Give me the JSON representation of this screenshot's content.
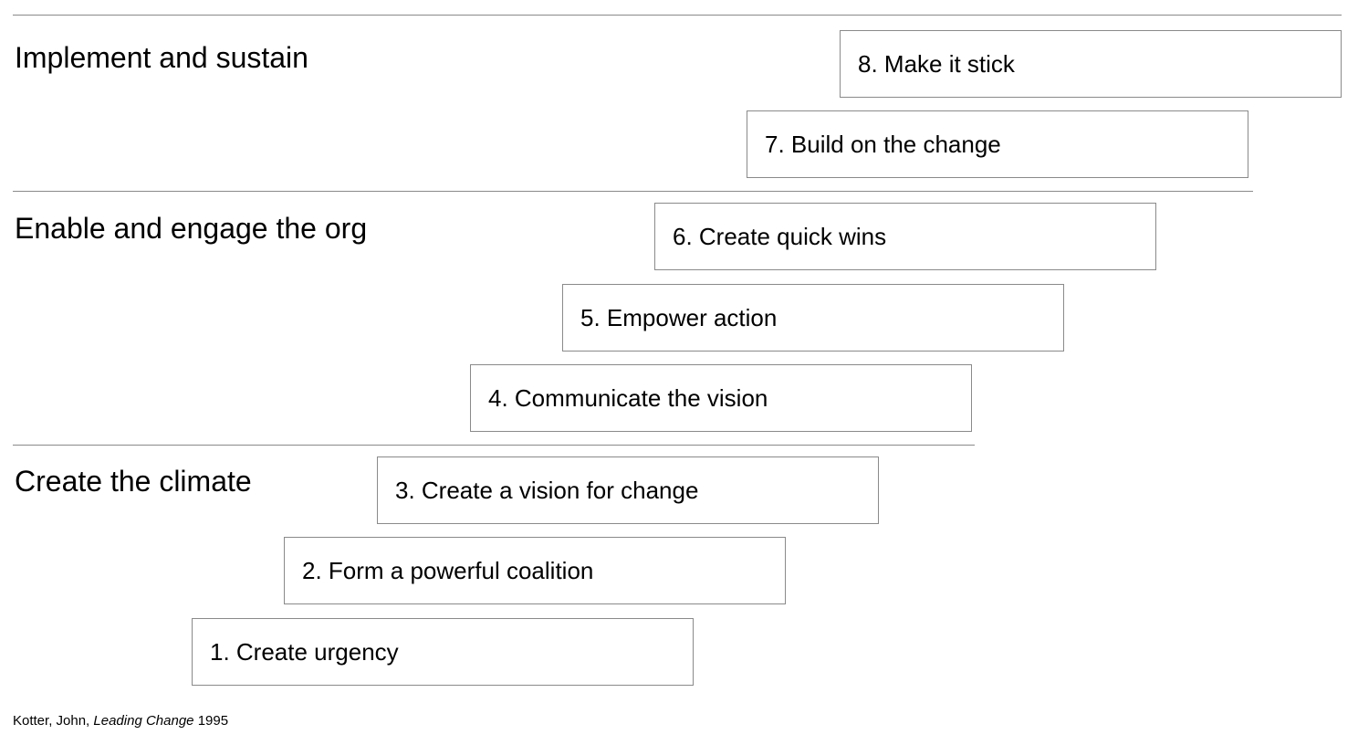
{
  "phases": [
    {
      "label": "Implement and sustain"
    },
    {
      "label": "Enable and engage the org"
    },
    {
      "label": "Create the climate"
    }
  ],
  "steps": [
    {
      "label": "1. Create urgency"
    },
    {
      "label": "2. Form a powerful coalition"
    },
    {
      "label": "3. Create a vision for change"
    },
    {
      "label": "4. Communicate the vision"
    },
    {
      "label": "5. Empower action"
    },
    {
      "label": "6. Create quick wins"
    },
    {
      "label": "7. Build on the change"
    },
    {
      "label": "8. Make it stick"
    }
  ],
  "citation": {
    "author": "Kotter, John,",
    "title": "Leading Change",
    "year": "1995"
  },
  "colors": {
    "border": "#8a8a8a",
    "text": "#000000",
    "background": "#ffffff"
  }
}
